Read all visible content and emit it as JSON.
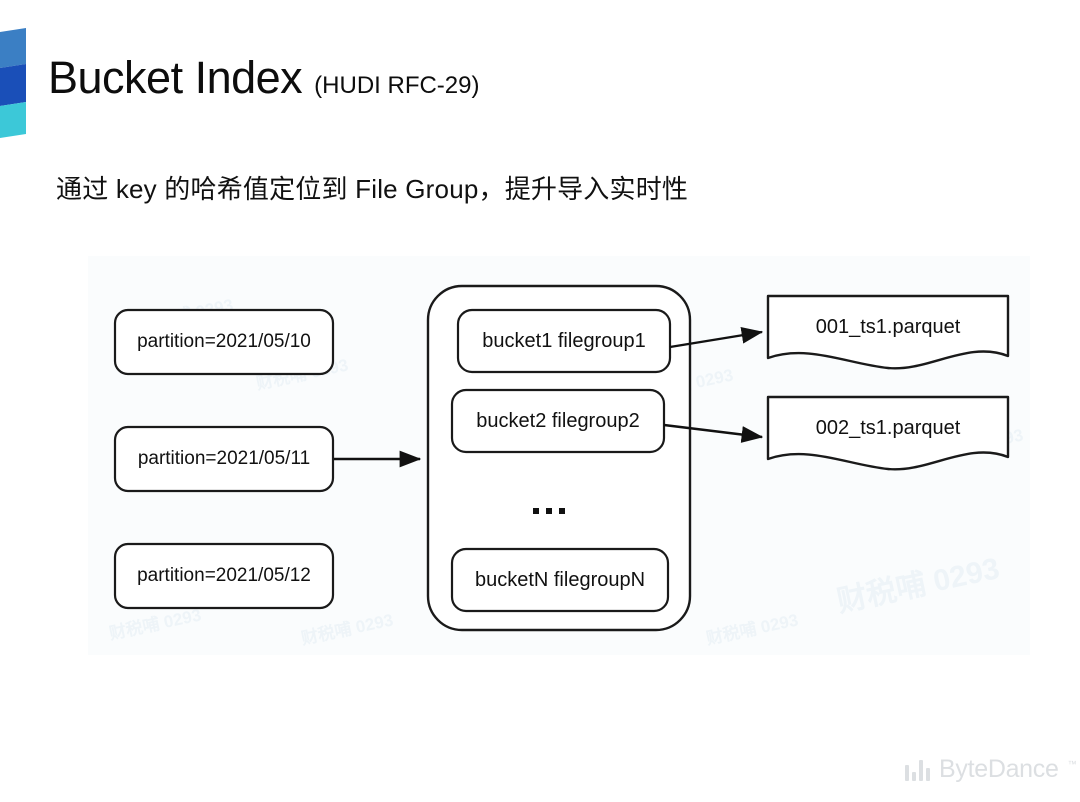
{
  "slide": {
    "title_main": "Bucket Index",
    "title_sub": "(HUDI RFC-29)",
    "lead_text": "通过 key 的哈希值定位到 File Group，提升导入实时性",
    "background": "#ffffff"
  },
  "logo": {
    "name": "brand-chevron-mark",
    "band_top_color": "#3b7fc4",
    "band_mid_color": "#1a4fb8",
    "band_bottom_color": "#3cc8d8"
  },
  "diagram": {
    "panel_color": "#fafcfd",
    "stroke_color": "#1a1a1a",
    "partitions": [
      {
        "label": "partition=2021/05/10"
      },
      {
        "label": "partition=2021/05/11"
      },
      {
        "label": "partition=2021/05/12"
      }
    ],
    "buckets": [
      {
        "label": "bucket1 filegroup1"
      },
      {
        "label": "bucket2 filegroup2"
      },
      {
        "label": "bucketN filegroupN"
      }
    ],
    "ellipsis": "…",
    "files": [
      {
        "label": "001_ts1.parquet"
      },
      {
        "label": "002_ts1.parquet"
      }
    ]
  },
  "watermarks": [
    {
      "text": "财税哺 0293"
    },
    {
      "text": "财税哺 0293"
    },
    {
      "text": "财税哺 0293"
    },
    {
      "text": "财税哺 0293"
    },
    {
      "text": "财税哺 0293"
    },
    {
      "text": "财税哺 0293"
    },
    {
      "text": "财税哺 0293"
    },
    {
      "text": "财税哺 0293"
    },
    {
      "text": "财税哺 0293"
    }
  ],
  "footer": {
    "brand_name": "ByteDance",
    "brand_tm": "™",
    "brand_color": "#dcdfe2"
  }
}
